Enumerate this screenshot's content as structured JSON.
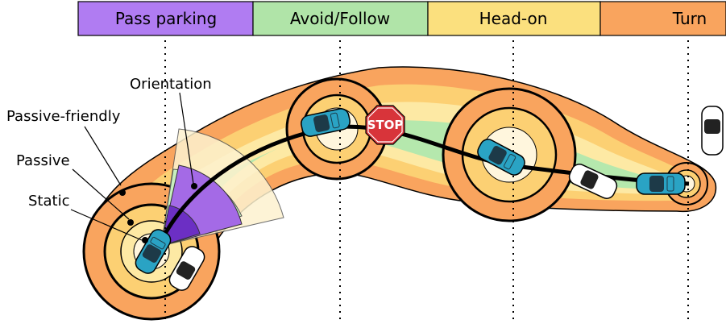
{
  "phase_bar": [
    {
      "label": "Pass parking",
      "color": "#b07cf2"
    },
    {
      "label": "Avoid/Follow",
      "color": "#b0e4a8"
    },
    {
      "label": "Head-on",
      "color": "#fbe07e"
    },
    {
      "label": "Turn",
      "color": "#f9a45e"
    }
  ],
  "zone_colors": {
    "outer": "#f9a45e",
    "yellow_ring": "#fcd073",
    "light_yellow_ring": "#fde9a4",
    "green": "#b5e8ad",
    "center": "#fff6dd",
    "orientation_wedge": "#a46ae6",
    "orientation_wedge_dark": "#6c2fc4"
  },
  "labels": {
    "orientation": "Orientation",
    "passive_friendly": "Passive-friendly",
    "passive": "Passive",
    "static": "Static"
  },
  "stop_sign": {
    "text": "STOP",
    "color": "#d8343a"
  },
  "car_colors": {
    "ego": "#2aa3c4",
    "other": "#ffffff"
  }
}
